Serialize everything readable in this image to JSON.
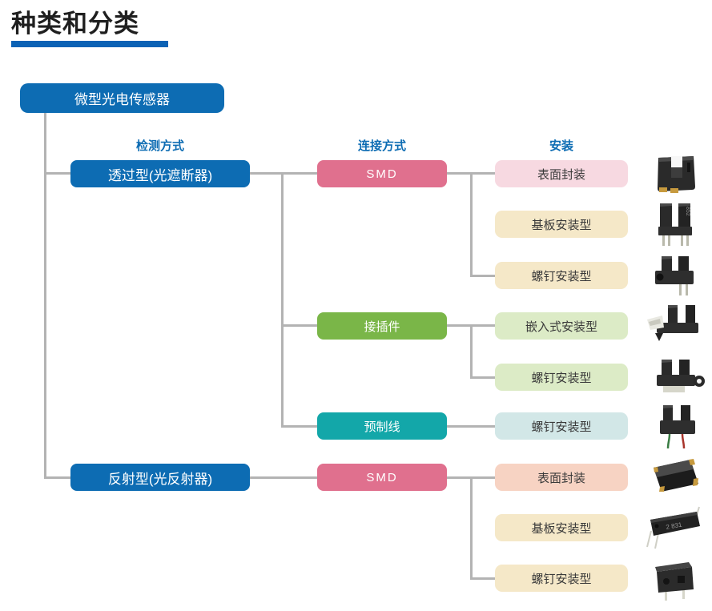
{
  "page": {
    "title": "种类和分类"
  },
  "palette": {
    "accent_blue": "#0d6cb3",
    "title_underline_blue": "#0b62b5",
    "pink": "#e0708e",
    "green": "#7ab648",
    "teal": "#13a7a9",
    "light_pink": "#f7d9e1",
    "cream": "#f5e8c8",
    "light_green": "#dcebc6",
    "light_teal": "#d2e7e7",
    "light_salmon": "#f7d3c3",
    "connector_gray": "#b3b3b3"
  },
  "headers": {
    "detection": "检测方式",
    "connection": "连接方式",
    "mounting": "安装"
  },
  "root": {
    "label": "微型光电传感器"
  },
  "detection_nodes": [
    {
      "label": "透过型(光遮断器)"
    },
    {
      "label": "反射型(光反射器)"
    }
  ],
  "connection_nodes": [
    {
      "label": "SMD"
    },
    {
      "label": "接插件"
    },
    {
      "label": "预制线"
    },
    {
      "label": "SMD"
    }
  ],
  "mounting_nodes": [
    {
      "label": "表面封装"
    },
    {
      "label": "基板安装型"
    },
    {
      "label": "螺钉安装型"
    },
    {
      "label": "嵌入式安装型"
    },
    {
      "label": "螺钉安装型"
    },
    {
      "label": "螺钉安装型"
    },
    {
      "label": "表面封装"
    },
    {
      "label": "基板安装型"
    },
    {
      "label": "螺钉安装型"
    }
  ],
  "products": [
    {
      "name": "slot-sensor-surface-mount-photo"
    },
    {
      "name": "slot-sensor-board-mount-photo",
      "label": "852"
    },
    {
      "name": "slot-sensor-screw-mount-photo"
    },
    {
      "name": "slot-sensor-inset-mount-photo"
    },
    {
      "name": "slot-sensor-screw-mount-connector-photo"
    },
    {
      "name": "slot-sensor-prewired-photo"
    },
    {
      "name": "smd-chip-photo"
    },
    {
      "name": "reflective-board-mount-photo",
      "label": "2 831"
    },
    {
      "name": "reflective-screw-mount-photo"
    }
  ]
}
